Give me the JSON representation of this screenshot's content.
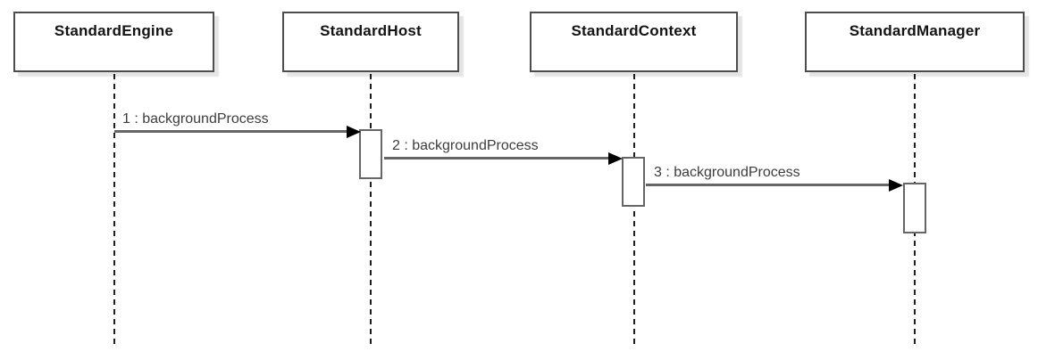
{
  "diagram": {
    "kind": "uml-sequence-diagram",
    "lifelines": [
      {
        "name": "StandardEngine"
      },
      {
        "name": "StandardHost"
      },
      {
        "name": "StandardContext"
      },
      {
        "name": "StandardManager"
      }
    ],
    "activations": [
      {
        "lifeline": "StandardHost"
      },
      {
        "lifeline": "StandardContext"
      },
      {
        "lifeline": "StandardManager"
      }
    ],
    "messages": [
      {
        "seq": "1",
        "label": "1 : backgroundProcess",
        "from": "StandardEngine",
        "to": "StandardHost"
      },
      {
        "seq": "2",
        "label": "2 : backgroundProcess",
        "from": "StandardHost",
        "to": "StandardContext"
      },
      {
        "seq": "3",
        "label": "3 : backgroundProcess",
        "from": "StandardContext",
        "to": "StandardManager"
      }
    ],
    "colors": {
      "background": "#ffffff",
      "box_border": "#4d4d4d",
      "box_fill": "#ffffff",
      "box_text": "#141414",
      "lifeline": "#1f1f1f",
      "activation_border": "#666666",
      "activation_fill": "#ffffff",
      "message_line": "#666666",
      "arrowhead": "#000000",
      "message_text": "#3d3d3d"
    }
  }
}
